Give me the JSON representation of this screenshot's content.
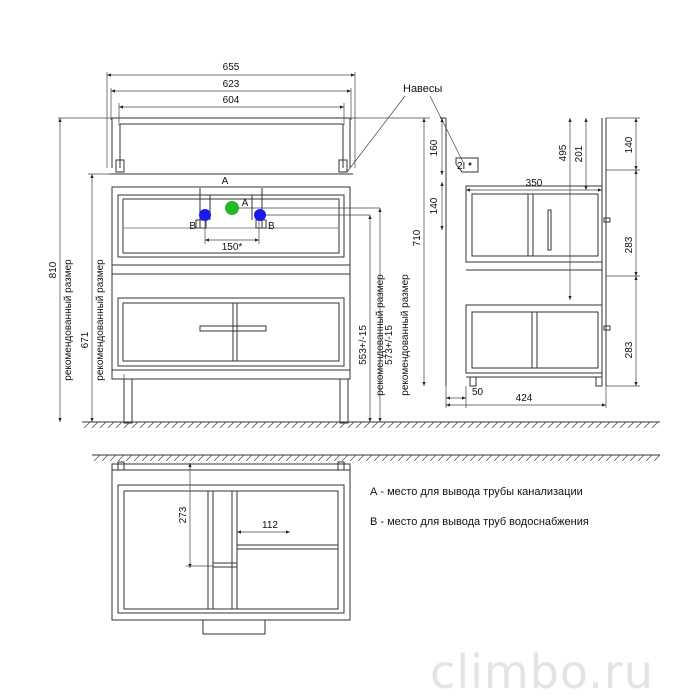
{
  "front": {
    "width_overall": "655",
    "width_2": "623",
    "width_3": "604",
    "label_a": "A",
    "label_b_left": "B",
    "label_b_right": "B",
    "pipe_spacing": "150*",
    "height_total": "810",
    "height_rec_1_label": "рекомендованный размер",
    "height_671": "671",
    "height_rec_2_label": "рекомендованный размер",
    "height_553": "553+/-15",
    "height_rec_3_label": "рекомендованный размер",
    "height_573": "573+/-15",
    "height_rec_4_label": "рекомендованный размер",
    "height_710": "710"
  },
  "side": {
    "hinges_label": "Навесы",
    "dim_160": "160",
    "dim_140_left": "140",
    "dim_495": "495",
    "dim_201": "201",
    "dim_140_right": "140",
    "dim_350": "350",
    "dim_283_top": "283",
    "dim_283_bottom": "283",
    "dim_50": "50",
    "dim_424": "424"
  },
  "top_view": {
    "dim_273": "273",
    "dim_112": "112"
  },
  "legend": {
    "a_text": "А - место для вывода трубы канализации",
    "b_text": "В - место для вывода труб водоснабжения"
  },
  "markers": {
    "drain_color": "#22bb22",
    "water_color": "#1a1aee"
  },
  "watermark": "climbo.ru"
}
